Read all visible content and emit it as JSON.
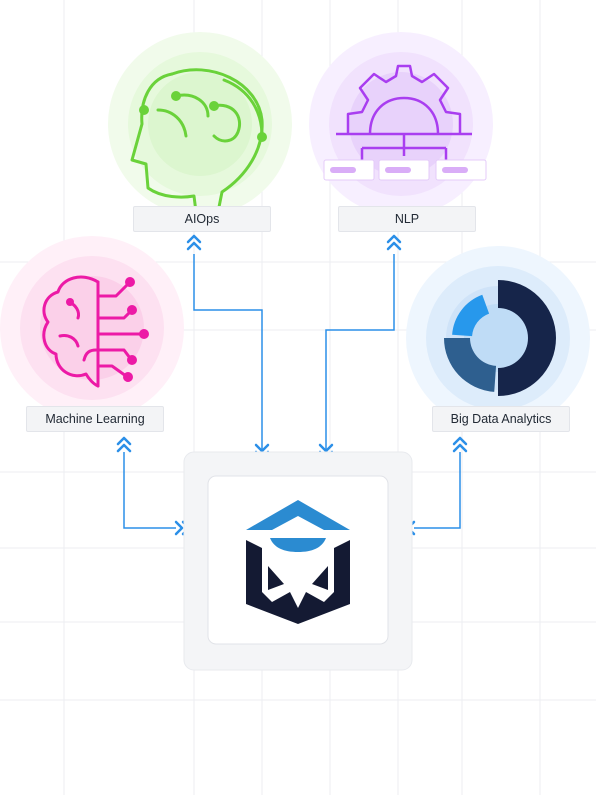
{
  "nodes": {
    "aiops": {
      "label": "AIOps",
      "color": "#6ad23a",
      "halo": "#e6f9dc"
    },
    "nlp": {
      "label": "NLP",
      "color": "#a93ef0",
      "halo": "#f1e2fd"
    },
    "machine_learning": {
      "label": "Machine Learning",
      "color": "#ec1aa6",
      "halo": "#fde1f1"
    },
    "big_data": {
      "label": "Big Data Analytics",
      "color": "#1d3461",
      "halo": "#ddecfb"
    }
  },
  "colors": {
    "connector": "#2b8fe8",
    "hub_dark": "#141a33",
    "hub_blue": "#2b8bd1",
    "grid": "#eceef2"
  },
  "icons": {
    "aiops": "robot-head-icon",
    "nlp": "gear-icon",
    "machine_learning": "brain-circuit-icon",
    "big_data": "donut-chart-icon",
    "hub": "hexagon-logo-icon"
  }
}
